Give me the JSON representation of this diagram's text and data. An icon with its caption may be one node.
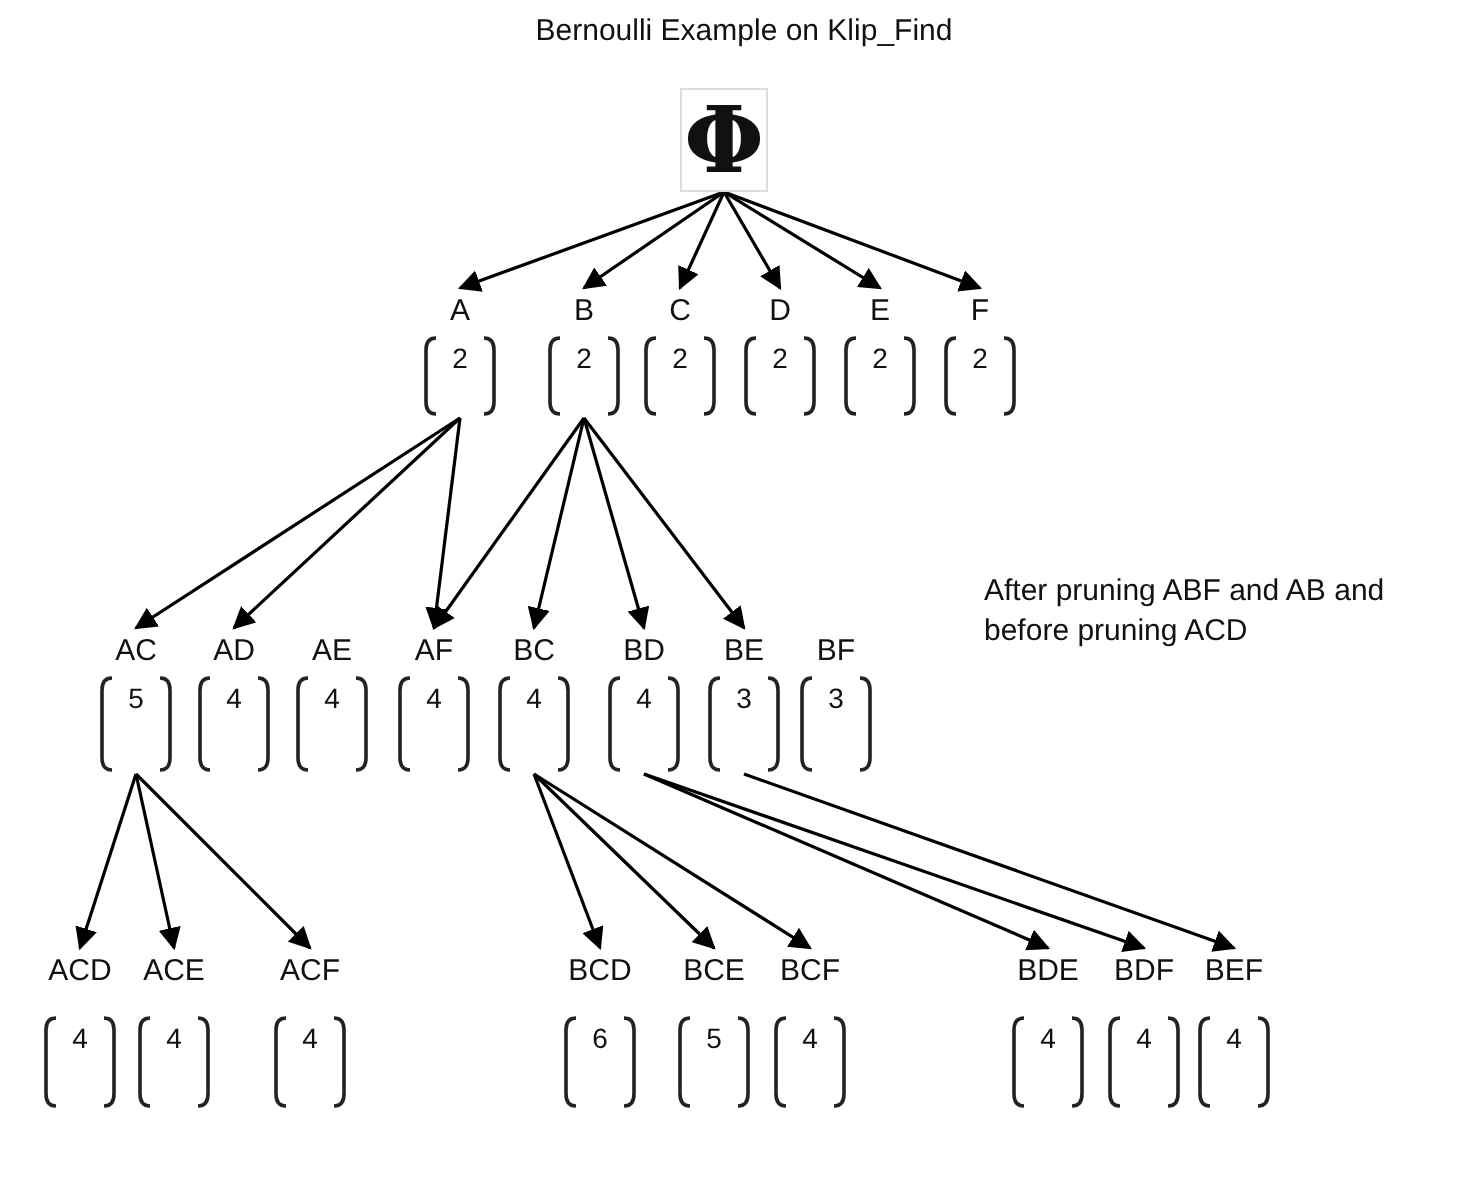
{
  "diagram": {
    "title": "Bernoulli Example on Klip_Find",
    "nodes": [
      {
        "text": [
          "Φ"
        ]
      },
      {
        "text": [
          "A",
          "2"
        ]
      },
      {
        "text": [
          "B",
          "2"
        ]
      },
      {
        "text": [
          "C",
          "2"
        ]
      },
      {
        "text": [
          "D",
          "2"
        ]
      },
      {
        "text": [
          "E",
          "2"
        ]
      },
      {
        "text": [
          "F",
          "2"
        ]
      },
      {
        "text": [
          "AC",
          "5"
        ]
      },
      {
        "text": [
          "AD",
          "4"
        ]
      },
      {
        "text": [
          "AE",
          "4"
        ]
      },
      {
        "text": [
          "AF",
          "4"
        ]
      },
      {
        "text": [
          "BC",
          "4"
        ]
      },
      {
        "text": [
          "BD",
          "4"
        ]
      },
      {
        "text": [
          "BE",
          "3"
        ]
      },
      {
        "text": [
          "BF",
          "3"
        ]
      },
      {
        "text": [
          "ACD",
          "4"
        ]
      },
      {
        "text": [
          "ACE",
          "4"
        ]
      },
      {
        "text": [
          "ACF",
          "4"
        ]
      },
      {
        "text": [
          "BCD",
          "6"
        ]
      },
      {
        "text": [
          "BCE",
          "5"
        ]
      },
      {
        "text": [
          "BCF",
          "4"
        ]
      },
      {
        "text": [
          "BDE",
          "4"
        ]
      },
      {
        "text": [
          "BDF",
          "4"
        ]
      },
      {
        "text": [
          "BEF",
          "4"
        ]
      }
    ],
    "edges": [
      {
        "from": 0,
        "to": 1,
        "arrow": "to"
      },
      {
        "from": 0,
        "to": 2,
        "arrow": "to"
      },
      {
        "from": 0,
        "to": 3,
        "arrow": "to"
      },
      {
        "from": 0,
        "to": 4,
        "arrow": "to"
      },
      {
        "from": 0,
        "to": 5,
        "arrow": "to"
      },
      {
        "from": 0,
        "to": 6,
        "arrow": "to"
      },
      {
        "from": 1,
        "to": 7,
        "arrow": "to"
      },
      {
        "from": 1,
        "to": 8,
        "arrow": "to"
      },
      {
        "from": 1,
        "to": 10,
        "arrow": "to"
      },
      {
        "from": 2,
        "to": 10,
        "arrow": "to"
      },
      {
        "from": 2,
        "to": 11,
        "arrow": "to"
      },
      {
        "from": 2,
        "to": 12,
        "arrow": "to"
      },
      {
        "from": 2,
        "to": 13,
        "arrow": "to"
      },
      {
        "from": 7,
        "to": 15,
        "arrow": "to"
      },
      {
        "from": 7,
        "to": 16,
        "arrow": "to"
      },
      {
        "from": 7,
        "to": 17,
        "arrow": "to"
      },
      {
        "from": 11,
        "to": 18,
        "arrow": "to"
      },
      {
        "from": 11,
        "to": 19,
        "arrow": "to"
      },
      {
        "from": 11,
        "to": 20,
        "arrow": "to"
      },
      {
        "from": 12,
        "to": 21,
        "arrow": "to"
      },
      {
        "from": 12,
        "to": 22,
        "arrow": "to"
      },
      {
        "from": 13,
        "to": 23,
        "arrow": "to"
      }
    ],
    "labels": [
      "After pruning ABF and AB and before pruning ACD"
    ]
  }
}
